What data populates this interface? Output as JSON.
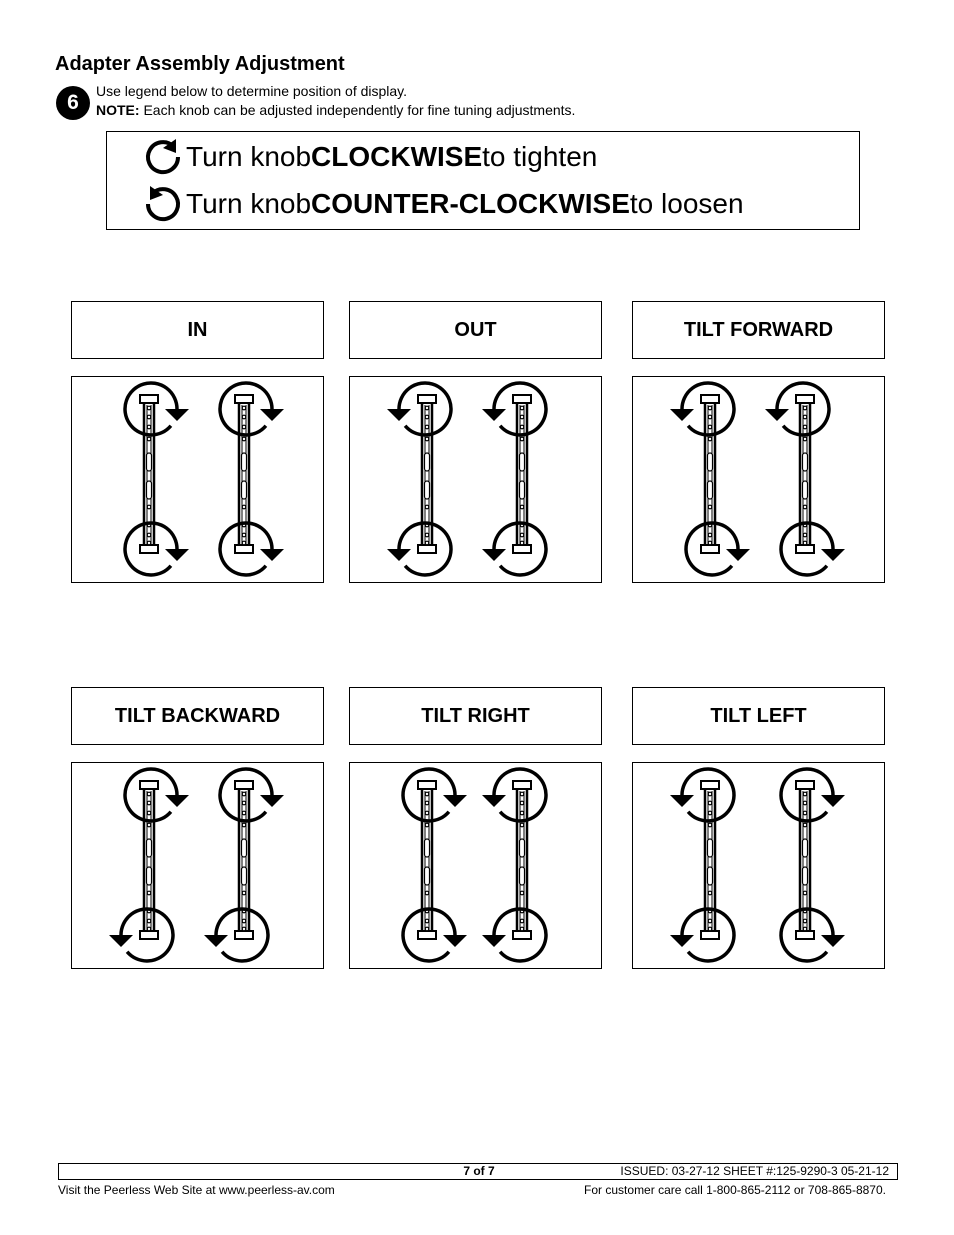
{
  "title": "Adapter Assembly Adjustment",
  "step_number": "6",
  "instructions": {
    "line1": "Use legend below to determine position of display.",
    "note_label": "NOTE:",
    "note_text": " Each knob can be adjusted independently for fine tuning adjustments."
  },
  "legend": {
    "cw": {
      "prefix": "Turn knob ",
      "bold": "CLOCKWISE",
      "suffix": " to tighten"
    },
    "ccw": {
      "prefix": "Turn knob ",
      "bold": "COUNTER-CLOCKWISE",
      "suffix": " to loosen"
    }
  },
  "panels": [
    {
      "label": "IN",
      "knobs": {
        "left_top": "cw",
        "left_bottom": "cw",
        "right_top": "cw",
        "right_bottom": "cw"
      }
    },
    {
      "label": "OUT",
      "knobs": {
        "left_top": "ccw",
        "left_bottom": "ccw",
        "right_top": "ccw",
        "right_bottom": "ccw"
      }
    },
    {
      "label": "TILT FORWARD",
      "knobs": {
        "left_top": "ccw",
        "left_bottom": "cw",
        "right_top": "ccw",
        "right_bottom": "cw"
      }
    },
    {
      "label": "TILT BACKWARD",
      "knobs": {
        "left_top": "cw",
        "left_bottom": "ccw",
        "right_top": "cw",
        "right_bottom": "ccw"
      }
    },
    {
      "label": "TILT RIGHT",
      "knobs": {
        "left_top": "cw",
        "left_bottom": "cw",
        "right_top": "ccw",
        "right_bottom": "ccw"
      }
    },
    {
      "label": "TILT LEFT",
      "knobs": {
        "left_top": "ccw",
        "left_bottom": "ccw",
        "right_top": "cw",
        "right_bottom": "cw"
      }
    }
  ],
  "footer": {
    "page": "7 of 7",
    "issued": "ISSUED: 03-27-12  SHEET #:125-9290-3  05-21-12",
    "website": "Visit the Peerless Web Site at www.peerless-av.com",
    "care": "For customer care call 1-800-865-2112 or 708-865-8870."
  }
}
